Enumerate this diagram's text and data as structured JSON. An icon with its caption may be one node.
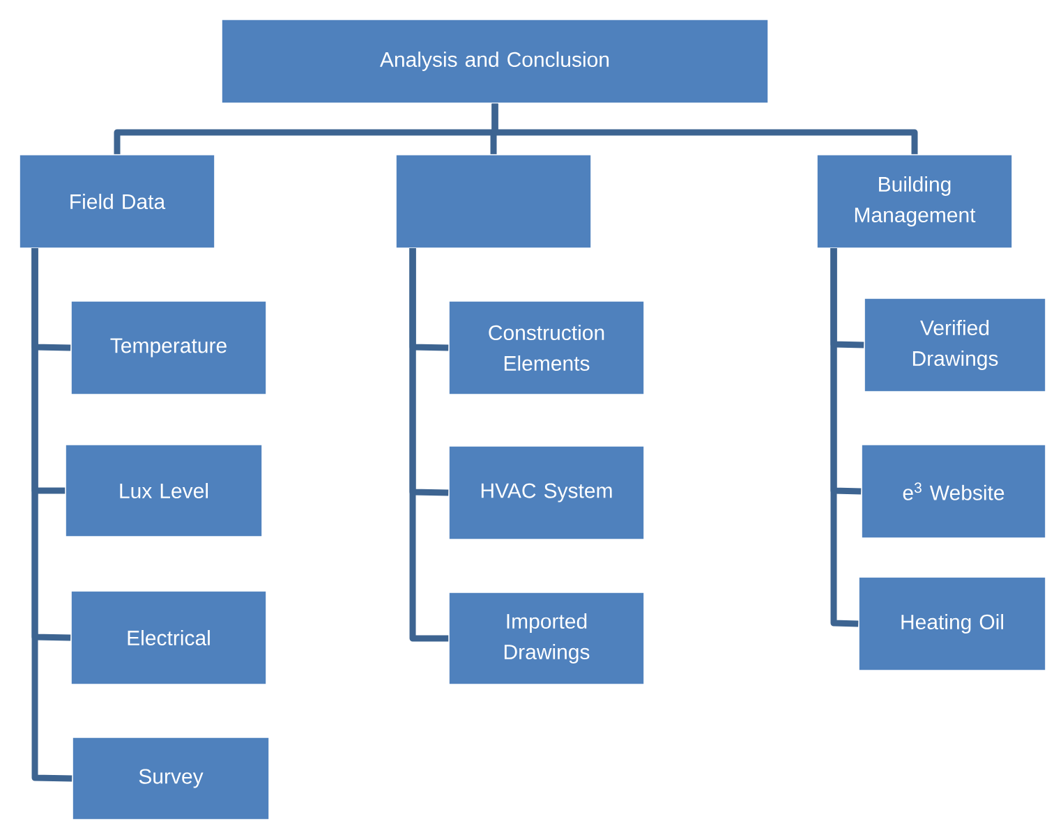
{
  "diagram": {
    "nodes": [
      {
        "text": [
          "Analysis and Conclusion"
        ]
      },
      {
        "text": [
          "Field Data"
        ]
      },
      {
        "text": [],
        "shape": "box"
      },
      {
        "text": [
          "Building Management"
        ]
      },
      {
        "text": [
          "Temperature"
        ]
      },
      {
        "text": [
          "Lux Level"
        ]
      },
      {
        "text": [
          "Electrical"
        ]
      },
      {
        "text": [
          "Survey"
        ]
      },
      {
        "text": [
          "Construction Elements"
        ]
      },
      {
        "text": [
          "HVAC System"
        ]
      },
      {
        "text": [
          "Imported Drawings"
        ]
      },
      {
        "text": [
          "Verified Drawings"
        ]
      },
      {
        "text": [
          "e$^{3}$ Website"
        ]
      },
      {
        "text": [
          "Heating Oil"
        ]
      }
    ],
    "edges": [
      {
        "from": 0,
        "to": 1,
        "arrow": "none"
      },
      {
        "from": 0,
        "to": 2,
        "arrow": "none"
      },
      {
        "from": 0,
        "to": 3,
        "arrow": "none"
      },
      {
        "from": 1,
        "to": 4,
        "arrow": "none"
      },
      {
        "from": 1,
        "to": 5,
        "arrow": "none"
      },
      {
        "from": 1,
        "to": 6,
        "arrow": "none"
      },
      {
        "from": 1,
        "to": 7,
        "arrow": "none"
      },
      {
        "from": 2,
        "to": 8,
        "arrow": "none"
      },
      {
        "from": 2,
        "to": 9,
        "arrow": "none"
      },
      {
        "from": 2,
        "to": 10,
        "arrow": "none"
      },
      {
        "from": 3,
        "to": 11,
        "arrow": "none"
      },
      {
        "from": 3,
        "to": 12,
        "arrow": "none"
      },
      {
        "from": 3,
        "to": 13,
        "arrow": "none"
      }
    ]
  }
}
